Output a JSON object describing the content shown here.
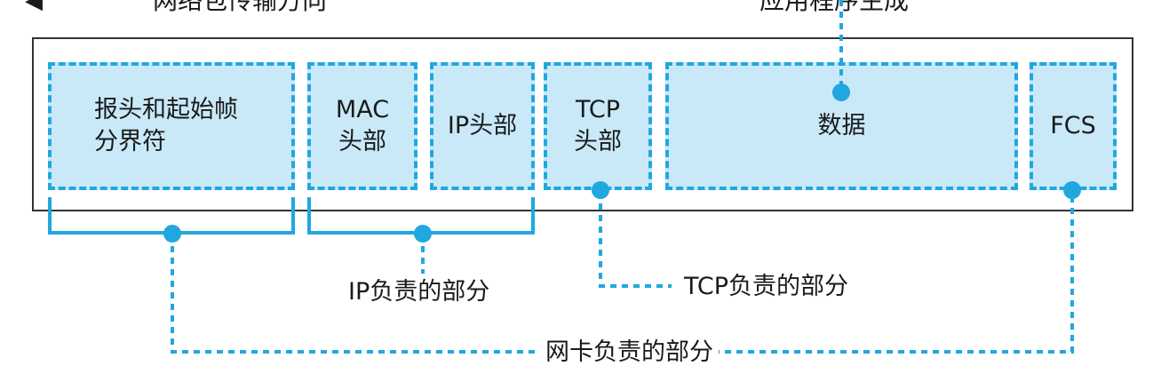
{
  "header": {
    "direction_label": "网络包传输方向",
    "app_label": "应用程序生成"
  },
  "frame": {
    "fields": [
      {
        "id": "preamble",
        "label": "报头和起始帧\n分界符"
      },
      {
        "id": "mac",
        "label": "MAC\n头部"
      },
      {
        "id": "ip",
        "label": "IP头部"
      },
      {
        "id": "tcp",
        "label": "TCP\n头部"
      },
      {
        "id": "data",
        "label": "数据"
      },
      {
        "id": "fcs",
        "label": "FCS"
      }
    ]
  },
  "responsibility": {
    "ip": "IP负责的部分",
    "tcp": "TCP负责的部分",
    "nic": "网卡负责的部分"
  },
  "colors": {
    "accent": "#21a7df",
    "fill": "#c9e9f9",
    "frame": "#333333"
  }
}
